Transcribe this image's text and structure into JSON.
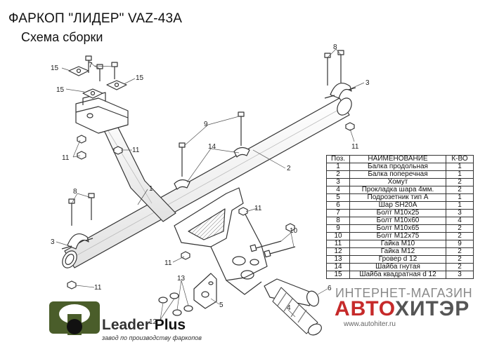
{
  "header": {
    "title": "ФАРКОП \"ЛИДЕР\" VAZ-43A",
    "subtitle": "Схема сборки"
  },
  "callouts": [
    "15",
    "7",
    "15",
    "15",
    "8",
    "3",
    "9",
    "11",
    "11",
    "11",
    "14",
    "2",
    "1",
    "8",
    "11",
    "3",
    "11",
    "10",
    "11",
    "12",
    "13",
    "5",
    "6",
    "4"
  ],
  "parts_table": {
    "headers": [
      "Поз.",
      "НАИМЕНОВАНИЕ",
      "К-ВО"
    ],
    "rows": [
      [
        "1",
        "Балка продольная",
        "1"
      ],
      [
        "2",
        "Балка поперечная",
        "1"
      ],
      [
        "3",
        "Хомут",
        "2"
      ],
      [
        "4",
        "Прокладка шара 4мм.",
        "2"
      ],
      [
        "5",
        "Подрозетник тип А",
        "1"
      ],
      [
        "6",
        "Шар SH20A",
        "1"
      ],
      [
        "7",
        "Болт М10х25",
        "3"
      ],
      [
        "8",
        "Болт М10х60",
        "4"
      ],
      [
        "9",
        "Болт М10х65",
        "2"
      ],
      [
        "10",
        "Болт М12х75",
        "2"
      ],
      [
        "11",
        "Гайка М10",
        "9"
      ],
      [
        "12",
        "Гайка М12",
        "2"
      ],
      [
        "13",
        "Гровер d 12",
        "2"
      ],
      [
        "14",
        "Шайба гнутая",
        "2"
      ],
      [
        "15",
        "Шайба квадратная d 12",
        "3"
      ]
    ]
  },
  "logo": {
    "name": "Leader",
    "name_plus": "Plus",
    "tagline": "завод по производству фаркопов"
  },
  "watermark": {
    "line1": "ИНТЕРНЕТ-МАГАЗИН",
    "line2_a": "АВТО",
    "line2_b": "ХИТЭР",
    "url": "www.autohiter.ru"
  },
  "colors": {
    "line": "#333333",
    "hatch": "#777777",
    "logo_green": "#4a5d2a",
    "shop_red": "#c62a2a"
  }
}
